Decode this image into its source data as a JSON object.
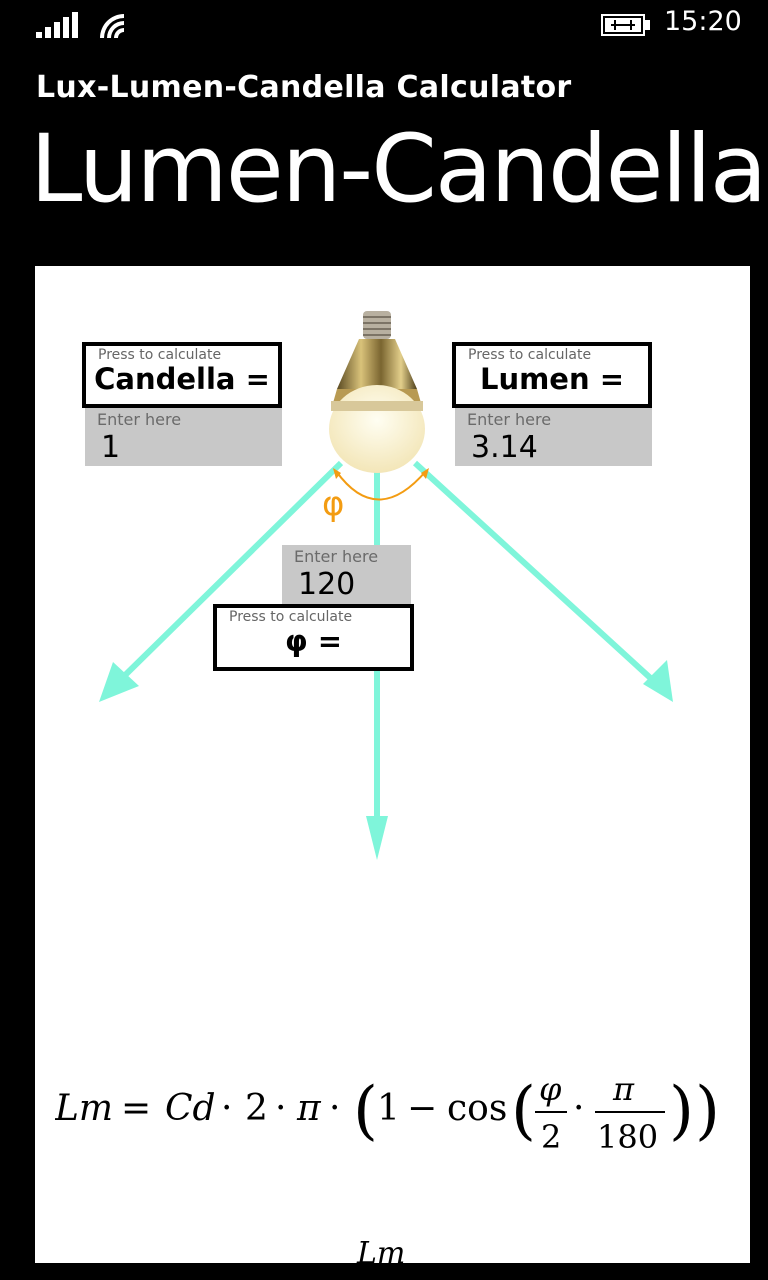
{
  "status_bar": {
    "time": "15:20",
    "signal_icon": "signal-bars-icon",
    "wifi_icon": "wifi-icon",
    "battery_icon": "battery-charging-icon"
  },
  "app": {
    "title": "Lux-Lumen-Candella Calculator",
    "page_title": "Lumen-Candella"
  },
  "calculator": {
    "candella_button": {
      "hint": "Press to calculate",
      "label": "Candella ="
    },
    "candella_input": {
      "placeholder": "Enter here",
      "value": "1"
    },
    "lumen_button": {
      "hint": "Press to calculate",
      "label": "Lumen ="
    },
    "lumen_input": {
      "placeholder": "Enter here",
      "value": "3.14"
    },
    "angle_input": {
      "placeholder": "Enter here",
      "value": "120"
    },
    "phi_button": {
      "hint": "Press to calculate",
      "label": "φ ="
    },
    "phi_symbol": "φ"
  },
  "formula": {
    "lhs": "Lm",
    "equals": "=",
    "cd": "Cd",
    "two": "2",
    "pi": "π",
    "one": "1",
    "minus": "−",
    "cos": "cos",
    "phi": "φ",
    "denom_two": "2",
    "pi_num": "π",
    "denom_180": "180",
    "tail": "Lm"
  },
  "colors": {
    "arrow": "#7ff5da",
    "angle_arc": "#f39c12"
  }
}
